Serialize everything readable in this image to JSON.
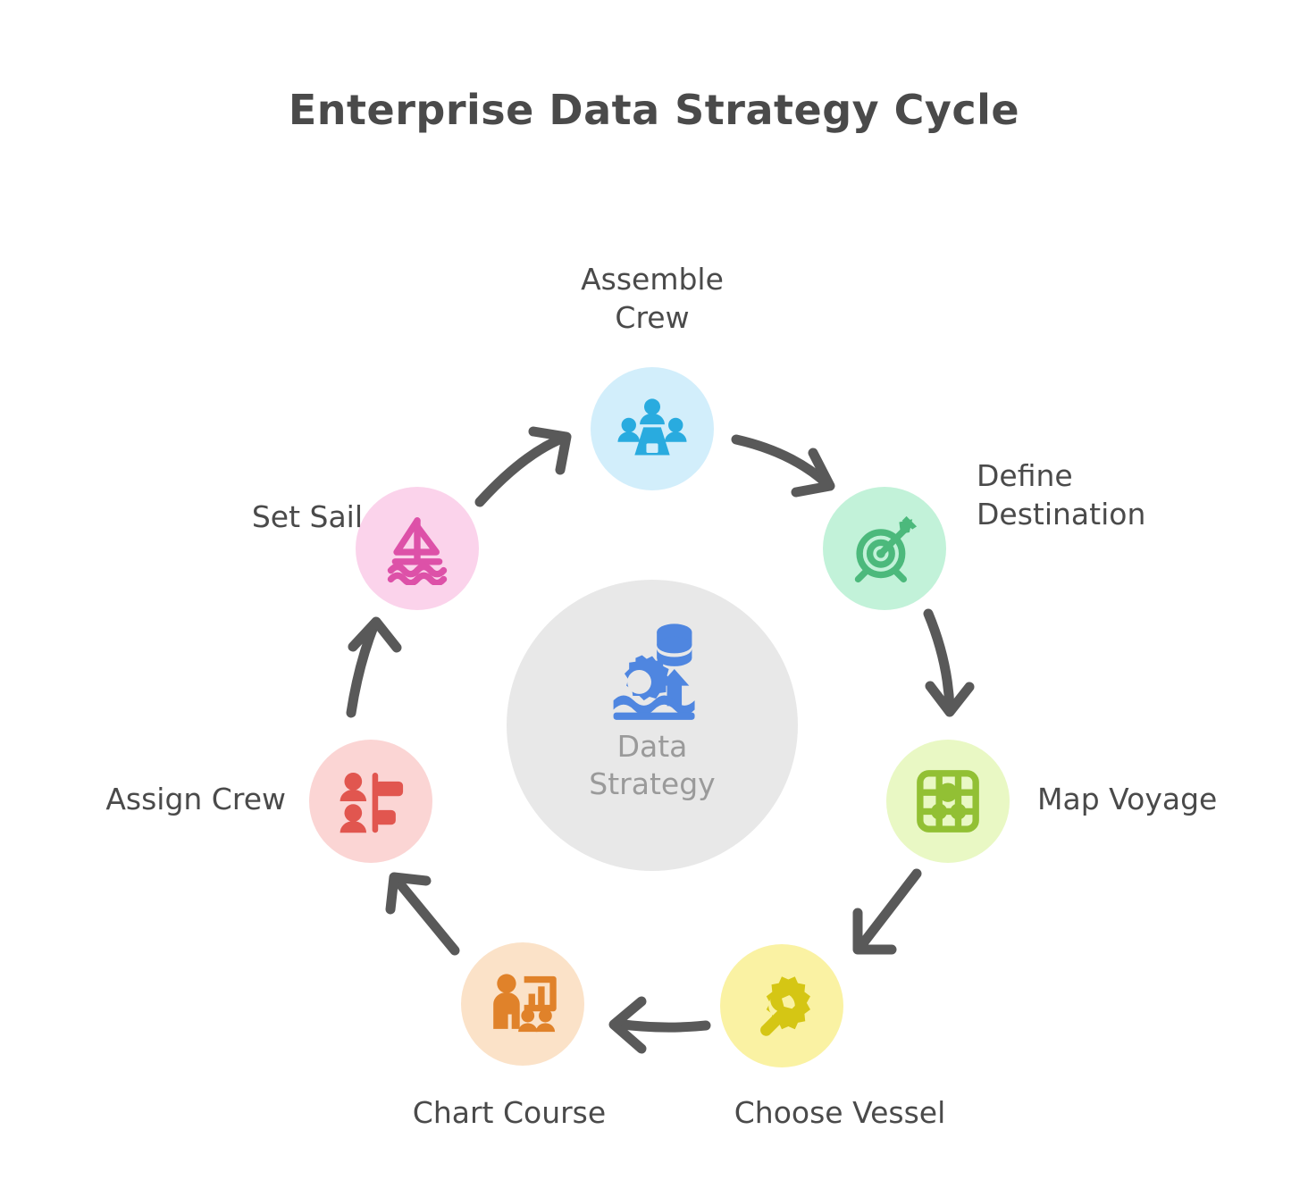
{
  "title": "Enterprise Data Strategy Cycle",
  "hub": {
    "label": "Data\nStrategy",
    "icon": "data-strategy-icon",
    "bg_color": "#e8e8e8",
    "icon_color": "#4f86e0",
    "text_color": "#9a9a9a"
  },
  "colors": {
    "title": "#4a4a4a",
    "label": "#4a4a4a",
    "arrow": "#595959",
    "background": "#ffffff"
  },
  "steps": [
    {
      "id": "assemble-crew",
      "label": "Assemble\nCrew",
      "icon": "meeting-people-icon",
      "bg_color": "#d2eefb",
      "icon_color": "#29abdf",
      "order": 1
    },
    {
      "id": "define-destination",
      "label": "Define\nDestination",
      "icon": "target-dart-icon",
      "bg_color": "#c2f2d9",
      "icon_color": "#4cb97c",
      "order": 2
    },
    {
      "id": "map-voyage",
      "label": "Map Voyage",
      "icon": "map-grid-icon",
      "bg_color": "#e9f8c4",
      "icon_color": "#92c034",
      "order": 3
    },
    {
      "id": "choose-vessel",
      "label": "Choose Vessel",
      "icon": "gear-wrench-icon",
      "bg_color": "#faf2a3",
      "icon_color": "#d5c614",
      "order": 4
    },
    {
      "id": "chart-course",
      "label": "Chart Course",
      "icon": "presentation-training-icon",
      "bg_color": "#fbe2c8",
      "icon_color": "#e0822a",
      "order": 5
    },
    {
      "id": "assign-crew",
      "label": "Assign Crew",
      "icon": "people-assignment-icon",
      "bg_color": "#fbd5d4",
      "icon_color": "#e1564f",
      "order": 6
    },
    {
      "id": "set-sail",
      "label": "Set Sail",
      "icon": "sailboat-icon",
      "bg_color": "#fbd3eb",
      "icon_color": "#dd51a8",
      "order": 7
    }
  ],
  "chart_data": {
    "type": "diagram",
    "subtype": "cycle",
    "title": "Enterprise Data Strategy Cycle",
    "center": "Data Strategy",
    "node_count": 7,
    "nodes": [
      "Assemble Crew",
      "Define Destination",
      "Map Voyage",
      "Choose Vessel",
      "Chart Course",
      "Assign Crew",
      "Set Sail"
    ],
    "edges": [
      {
        "from": "Assemble Crew",
        "to": "Define Destination"
      },
      {
        "from": "Define Destination",
        "to": "Map Voyage"
      },
      {
        "from": "Map Voyage",
        "to": "Choose Vessel"
      },
      {
        "from": "Choose Vessel",
        "to": "Chart Course"
      },
      {
        "from": "Chart Course",
        "to": "Assign Crew"
      },
      {
        "from": "Assign Crew",
        "to": "Set Sail"
      },
      {
        "from": "Set Sail",
        "to": "Assemble Crew"
      }
    ],
    "direction": "clockwise",
    "legend": []
  }
}
